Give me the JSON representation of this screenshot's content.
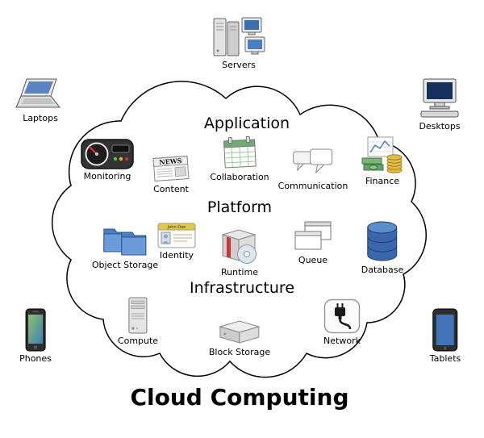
{
  "title": "Cloud Computing",
  "sections": {
    "application": "Application",
    "platform": "Platform",
    "infrastructure": "Infrastructure"
  },
  "nodes": {
    "servers": "Servers",
    "laptops": "Laptops",
    "desktops": "Desktops",
    "phones": "Phones",
    "tablets": "Tablets",
    "monitoring": "Monitoring",
    "content": "Content",
    "collaboration": "Collaboration",
    "communication": "Communication",
    "finance": "Finance",
    "object_storage": "Object Storage",
    "identity": "Identity",
    "runtime": "Runtime",
    "queue": "Queue",
    "database": "Database",
    "compute": "Compute",
    "block_storage": "Block Storage",
    "network": "Network"
  },
  "icon_text": {
    "news": "NEWS",
    "identity_name": "John Doe"
  },
  "icons": {
    "servers": "server-towers-with-monitors",
    "laptops": "laptop",
    "desktops": "desktop-monitor-keyboard",
    "phones": "smartphone",
    "tablets": "tablet",
    "monitoring": "dashboard-gauge",
    "content": "newspaper",
    "collaboration": "calendar-grid",
    "communication": "chat-bubbles",
    "finance": "chart-money-coins",
    "object_storage": "blue-folders",
    "identity": "id-card",
    "runtime": "box-with-cd",
    "queue": "stacked-windows",
    "database": "cylinder",
    "compute": "server-tower",
    "block_storage": "storage-box",
    "network": "plug-and-cable"
  },
  "colors": {
    "outline": "#000000",
    "folder_blue": "#5b8fd4",
    "database_blue": "#3a67ab",
    "screen_blue": "#3b6fb5",
    "money_green": "#69a569",
    "coin_gold": "#e3bc43",
    "alert_red": "#cc3333"
  }
}
